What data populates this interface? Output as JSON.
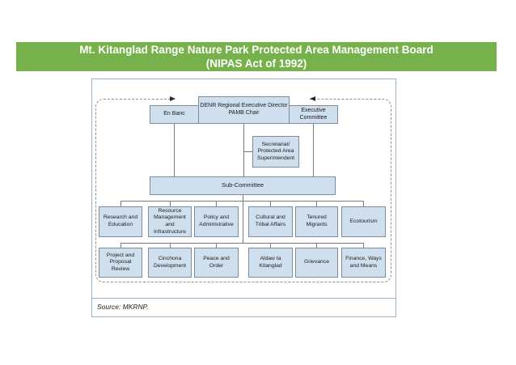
{
  "title": {
    "line1": "Mt. Kitanglad Range Nature Park Protected Area Management Board",
    "line2": "(NIPAS Act of 1992)"
  },
  "diagram": {
    "nodes": {
      "en_banc": "En Banc",
      "pamb_chair": "DENR Regional Executive Director\nPAMB Chair",
      "executive_committee": "Executive\nCommittee",
      "secretariat": "Secretariat/\nProtected Area\nSuperintendent",
      "sub_committee": "Sub-Committee"
    },
    "sub_committees_row1": [
      "Research and\nEducation",
      "Resource\nManagement\nand\nInfrastructure",
      "Policy and\nAdministrative",
      "Cultural and\nTribal Affairs",
      "Tenured\nMigrants",
      "Ecotourism"
    ],
    "sub_committees_row2": [
      "Project and\nProposal\nReview",
      "Cinchona\nDevelopment",
      "Peace and\nOrder",
      "Aldaw ta\nKitanglad",
      "Grievance",
      "Finance, Ways\nand Means"
    ],
    "source_note": "Source: MKRNP."
  },
  "colors": {
    "banner_green": "#76b14c",
    "banner_text": "#ffffff",
    "node_fill": "#cfdfee",
    "node_border": "#7a8da0",
    "connector_gray": "#7c7c7c",
    "panel_border": "#9db3c8",
    "dashed_border": "#8f8f8f"
  }
}
